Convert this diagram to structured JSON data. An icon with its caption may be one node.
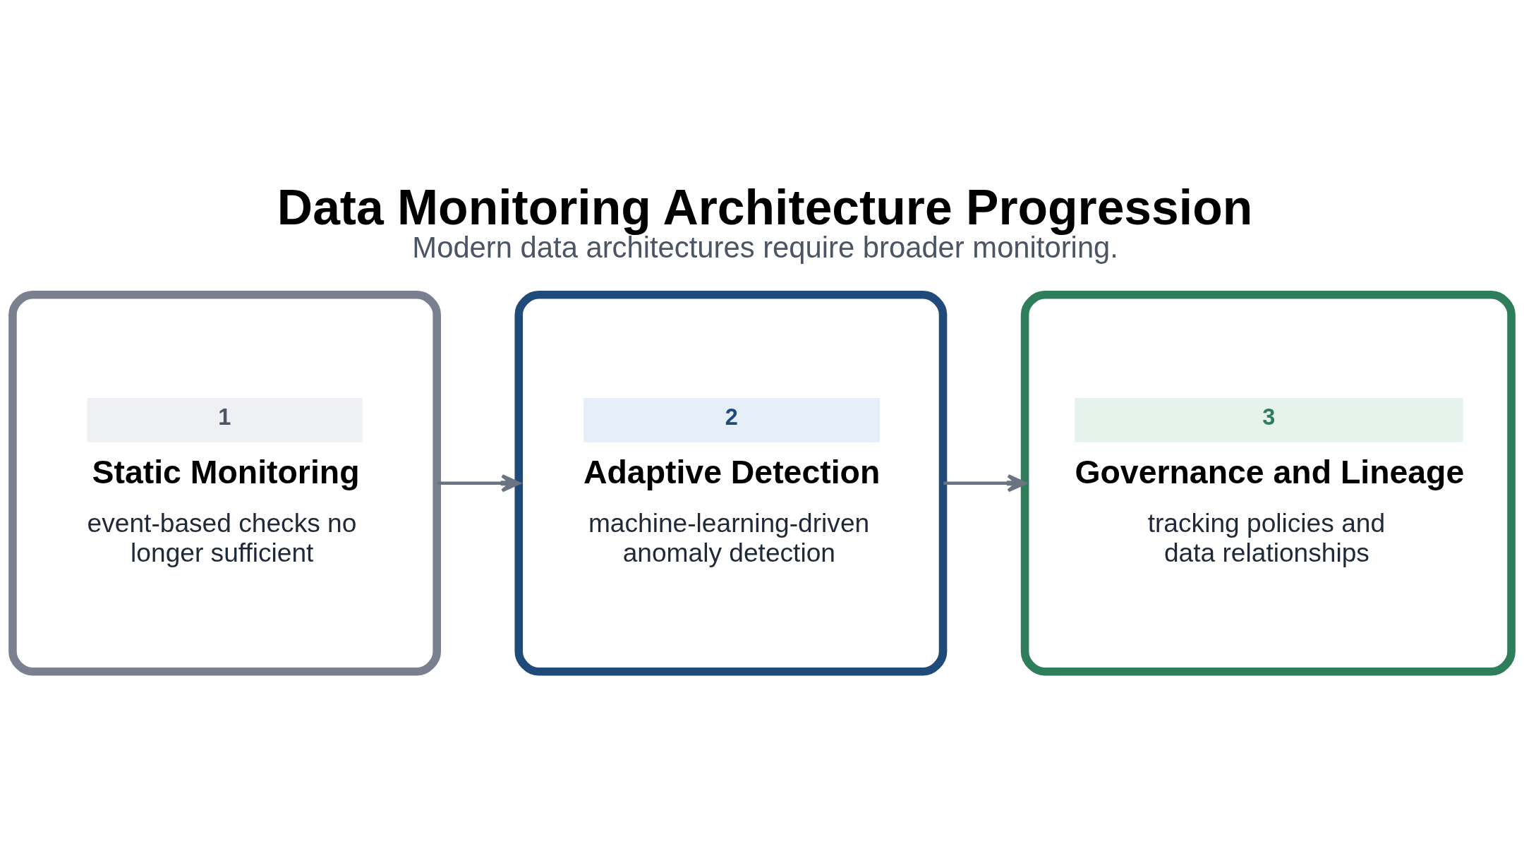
{
  "diagram": {
    "title": "Data Monitoring Architecture Progression",
    "caption": "Modern data architectures require broader monitoring.",
    "nodes": [
      {
        "text": [
          "1",
          "Static Monitoring",
          "event-based checks no longer sufficient"
        ]
      },
      {
        "text": [
          "2",
          "Adaptive Detection",
          "machine-learning-driven anomaly detection"
        ]
      },
      {
        "text": [
          "3",
          "Governance and Lineage",
          "tracking policies and data relationships"
        ]
      }
    ],
    "edges": [
      {
        "from": 0,
        "to": 1,
        "arrow": "to"
      },
      {
        "from": 1,
        "to": 2,
        "arrow": "to"
      }
    ]
  }
}
